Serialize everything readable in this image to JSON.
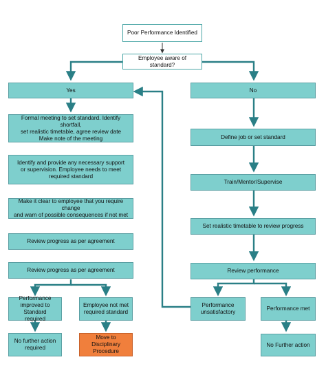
{
  "nodes": {
    "poor_performance": "Poor Performance Identified",
    "aware_question": "Employee aware of standard?",
    "yes": "Yes",
    "no": "No",
    "formal_meeting": "Formal meeting to set standard. Identify shortfall,\nset realistic timetable, agree review date\nMake note of the meeting",
    "identify_support": "Identify and provide any necessary support\nor supervision. Employee needs to meet\nrequired standard",
    "make_clear": "Make it clear to employee that you require change\nand warn of possible consequences if not met",
    "review_1": "Review progress as per agreement",
    "review_2": "Review progress as per agreement",
    "improved": "Performance\nimproved to Standard\nrequired",
    "not_met": "Employee not met\nrequired standard",
    "no_further_left": "No further action\nrequired",
    "disciplinary": "Move to Disciplinary\nProcedure",
    "define_job": "Define job or set standard",
    "train": "Train/Mentor/Supervise",
    "timetable": "Set realistic timetable to review progress",
    "review_performance": "Review performance",
    "unsatisfactory": "Performance\nunsatisfactory",
    "perf_met": "Performance met",
    "no_further_right": "No Further action"
  },
  "colors": {
    "box_fill": "#7ecfcd",
    "arrow": "#2a7f86",
    "highlight": "#f07f3c"
  }
}
